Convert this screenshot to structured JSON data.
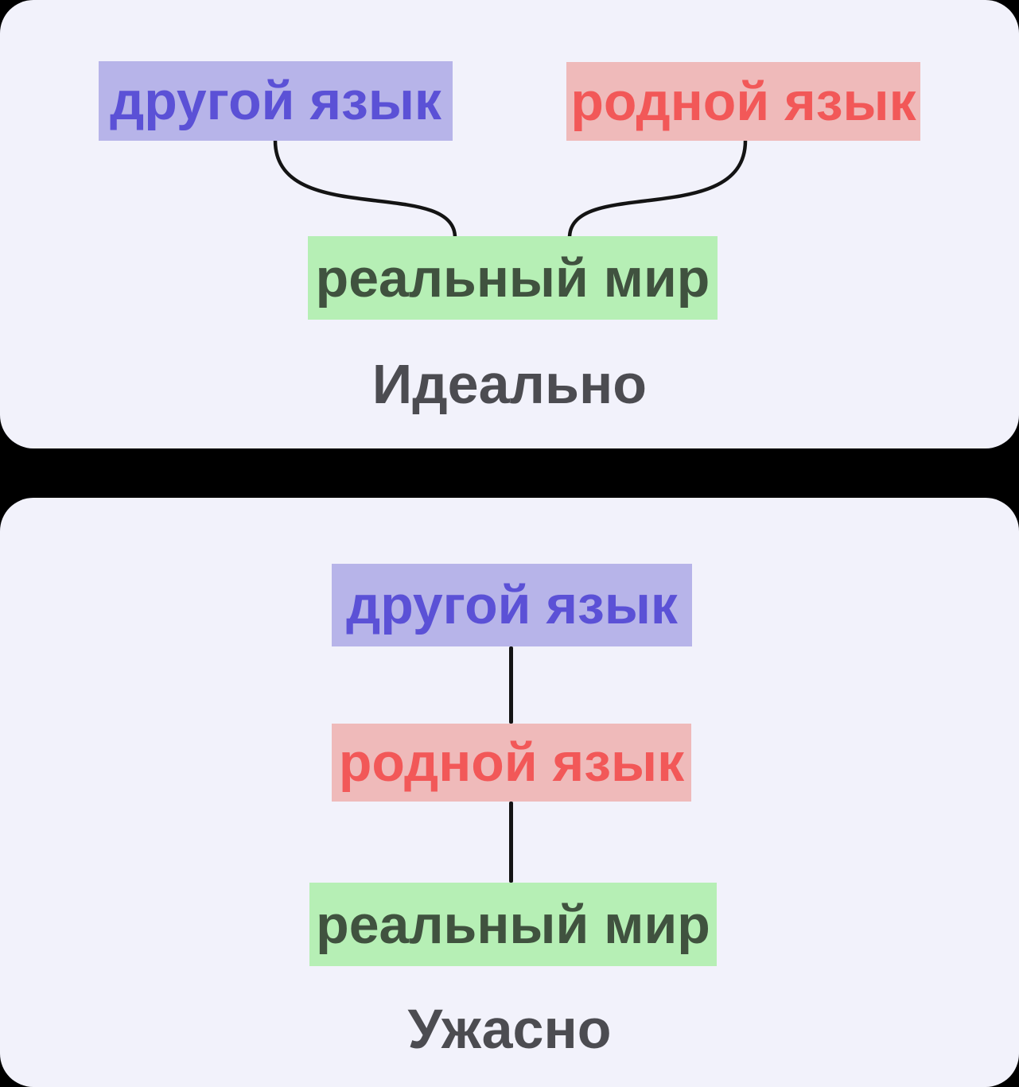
{
  "panels": [
    {
      "caption": "Идеально",
      "nodes": [
        {
          "id": "other-language",
          "label": "другой язык"
        },
        {
          "id": "native-language",
          "label": "родной язык"
        },
        {
          "id": "real-world",
          "label": "реальный мир"
        }
      ],
      "edges": [
        {
          "from": "other-language",
          "to": "real-world"
        },
        {
          "from": "native-language",
          "to": "real-world"
        }
      ]
    },
    {
      "caption": "Ужасно",
      "nodes": [
        {
          "id": "other-language",
          "label": "другой язык"
        },
        {
          "id": "native-language",
          "label": "родной язык"
        },
        {
          "id": "real-world",
          "label": "реальный мир"
        }
      ],
      "edges": [
        {
          "from": "other-language",
          "to": "native-language"
        },
        {
          "from": "native-language",
          "to": "real-world"
        }
      ]
    }
  ],
  "colors": {
    "page_background": "#000000",
    "panel_background": "#f2f2fb",
    "other_language_bg": "#b7b4e9",
    "other_language_text": "#5b51d6",
    "native_language_bg": "#efbaba",
    "native_language_text": "#f25858",
    "real_world_bg": "#b6efb5",
    "real_world_text": "#40523f",
    "caption_text": "#4c4c51",
    "connector": "#141414"
  }
}
